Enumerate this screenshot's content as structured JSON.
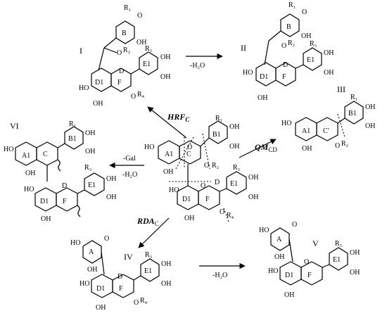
{
  "atoms": {
    "oh": "OH",
    "ho": "HO",
    "o": "O",
    "r1": "R₁",
    "r2": "R₂",
    "r3": "R₃",
    "r4": "R₄"
  },
  "rings": {
    "a": "A",
    "a1": "A1",
    "b": "B",
    "b1": "B1",
    "c": "C",
    "c_prime": "C'",
    "d": "D",
    "d1": "D1",
    "e1": "E1",
    "f": "F"
  },
  "compounds": {
    "I": "I",
    "II": "II",
    "III": "III",
    "IV": "IV",
    "V": "V",
    "VI": "VI"
  },
  "conditions": {
    "hrf_main": "HRF",
    "hrf_sub": "C",
    "qm_main": "QM",
    "qm_sub": "CD",
    "rda_main": "RDA",
    "rda_sub": "C",
    "water_loss": "-H₂O",
    "gal_loss": "-Gal"
  }
}
